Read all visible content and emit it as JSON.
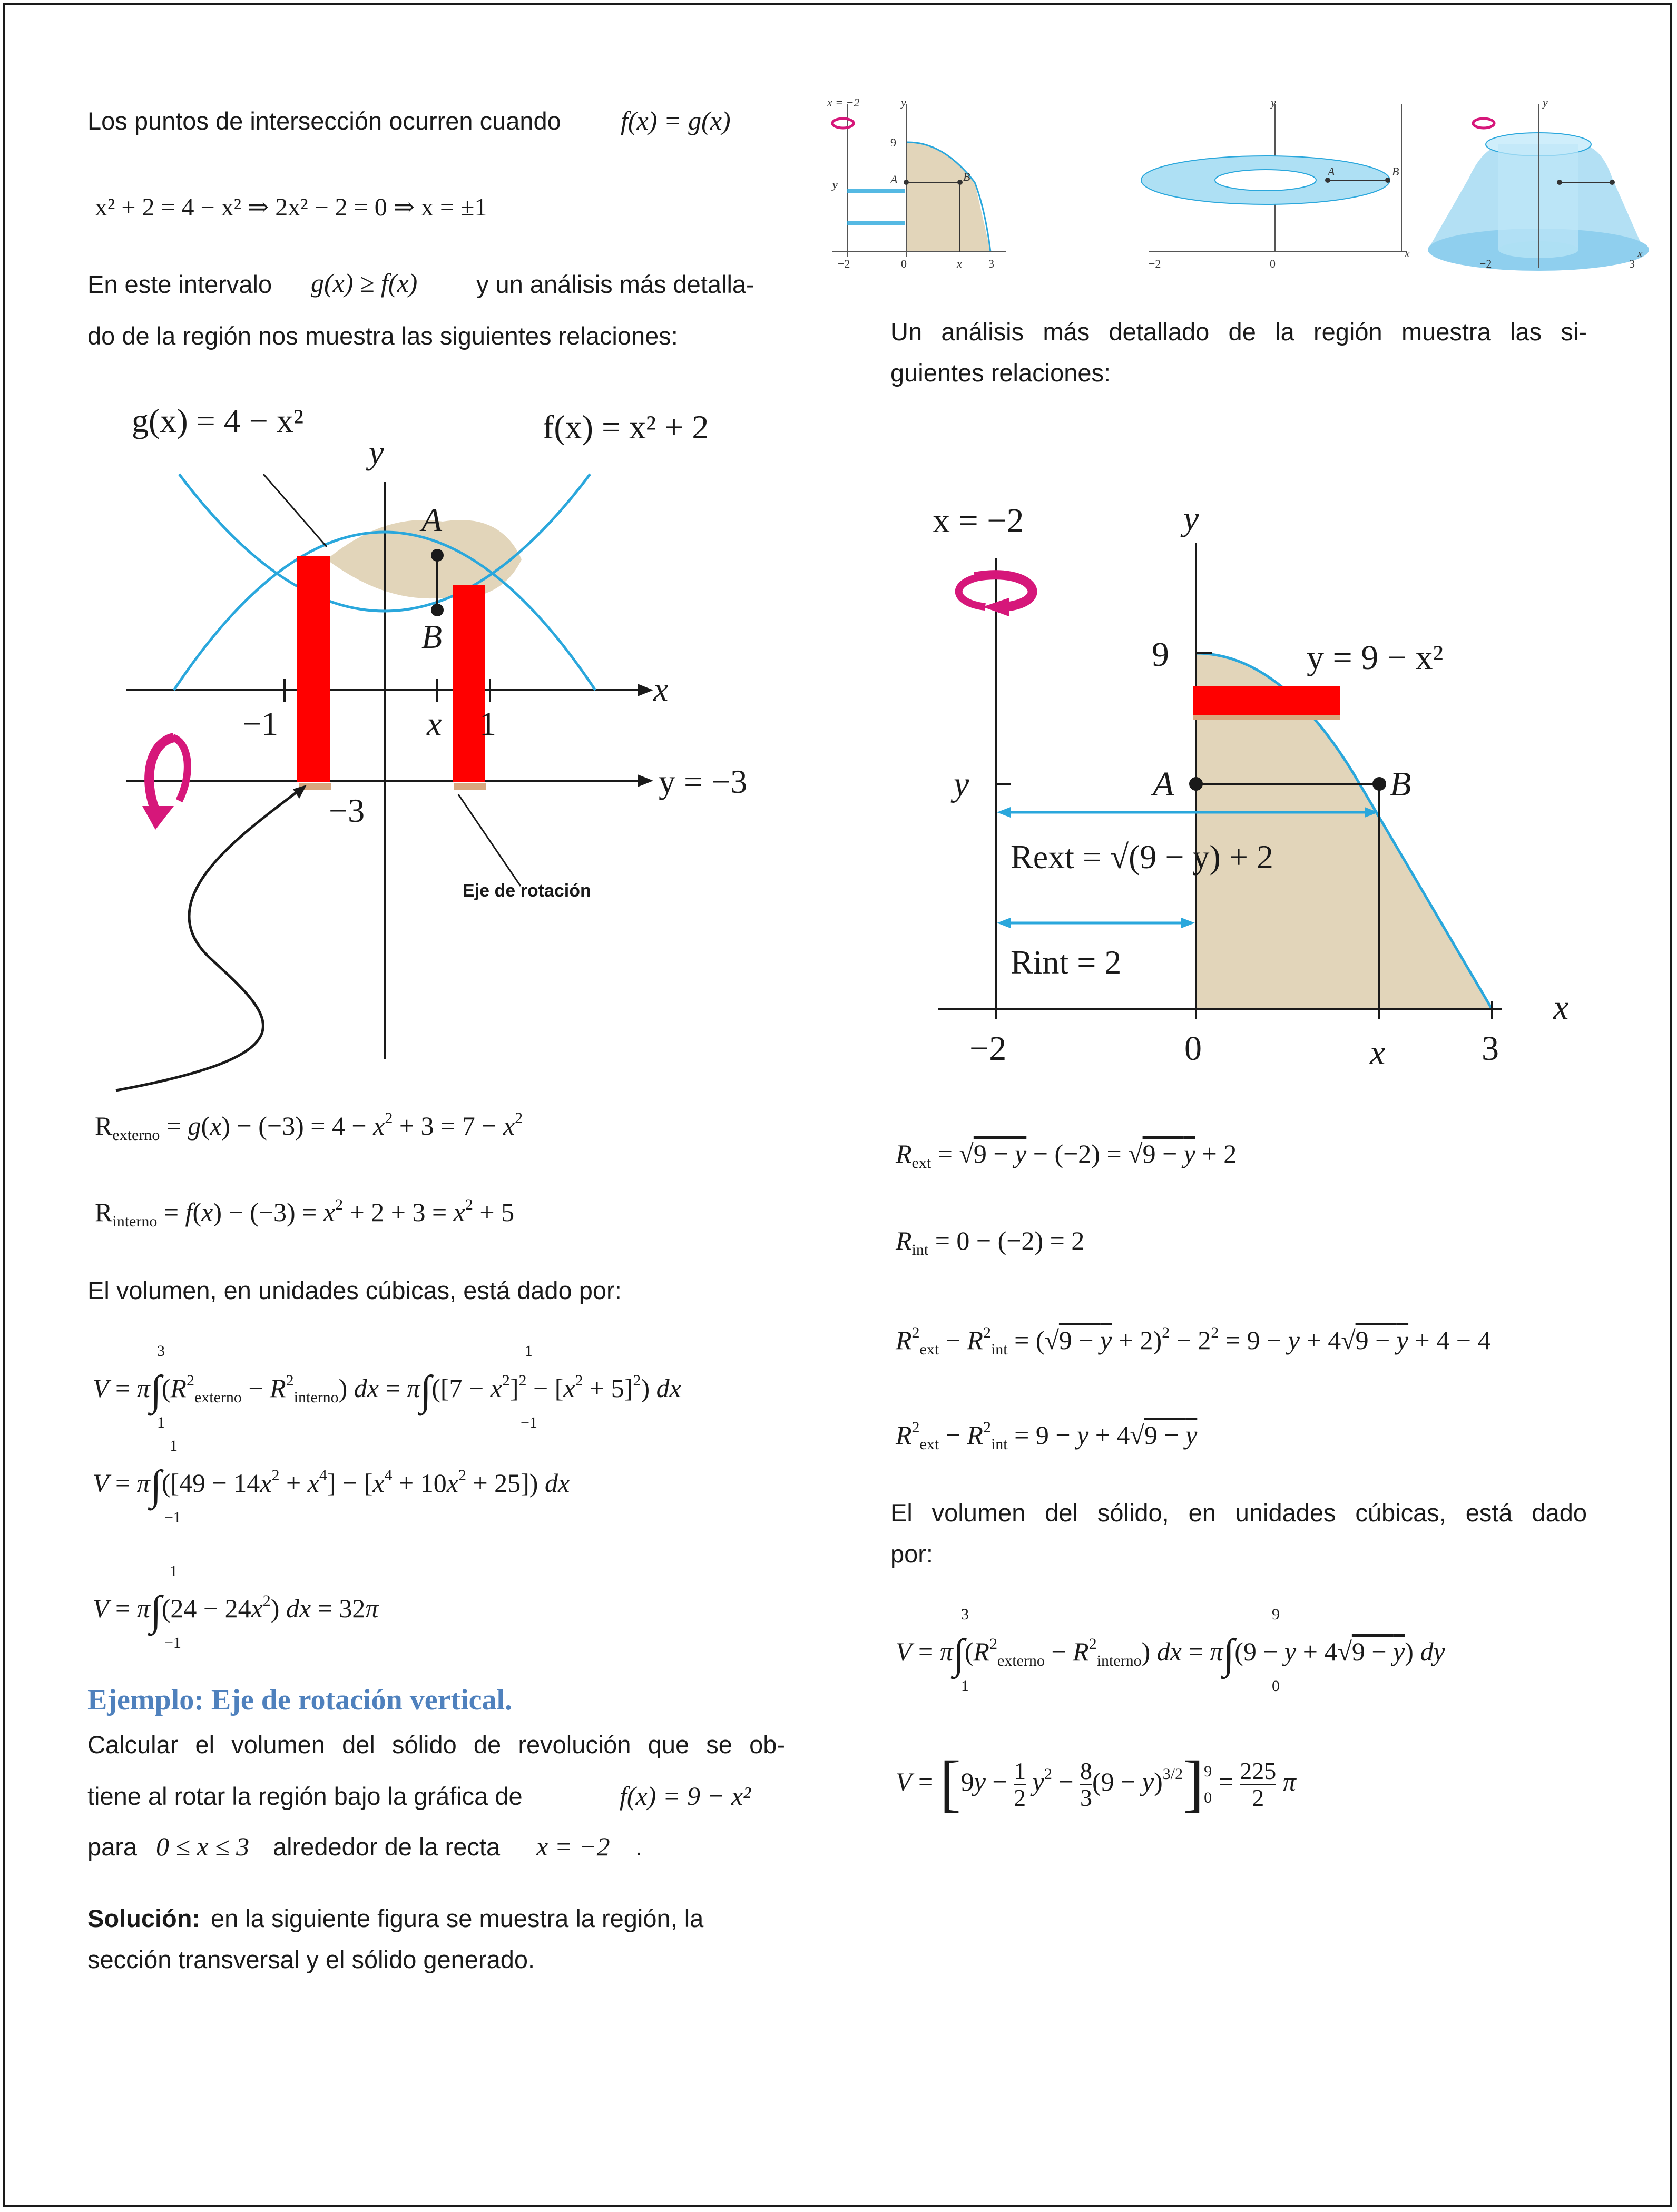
{
  "left": {
    "p1_text": "Los puntos de intersección ocurren cuando",
    "p1_math": "f(x) = g(x)",
    "eq_intersection": "x² + 2 = 4 − x² ⇒ 2x² − 2 = 0 ⇒ x = ±1",
    "p2_line1_a": "En este intervalo",
    "p2_math": "g(x) ≥ f(x)",
    "p2_line1_b": "y un análisis más detalla-",
    "p2_line2": "do de la región nos muestra las siguientes relaciones:",
    "fig1": {
      "label_g": "g(x) = 4 − x²",
      "label_f": "f(x) = x² + 2",
      "axis_y": "y",
      "axis_x": "x",
      "point_a": "A",
      "point_b": "B",
      "tick_minus1": "−1",
      "tick_x": "x",
      "tick_1": "1",
      "tick_minus3": "−3",
      "line_label": "y = −3",
      "axis_label": "Eje de rotación"
    },
    "eq_r_ext": "R externo = g(x) − (−3) = 4 − x² + 3 = 7 − x²",
    "eq_r_int": "R interno = f(x) − (−3) = x² + 2 + 3 = x² + 5",
    "p3": "El volumen, en unidades cúbicas, está dado por:",
    "eq_v1": "V = π∫₁³ (R²externo − R²interno) dx = π∫₋₁¹ ([7 − x²]² − [x² + 5]²) dx",
    "eq_v2": "V = π∫₋₁¹ ([49 − 14x² + x⁴] − [x⁴ + 10x² + 25]) dx",
    "eq_v3": "V = π∫₋₁¹ (24 − 24x²) dx = 32π",
    "example_title": "Ejemplo: Eje de rotación vertical.",
    "ex_line1": "Calcular el volumen del sólido de revolución que se ob-",
    "ex_line2_a": "tiene al rotar la región bajo la gráfica de",
    "ex_line2_math": "f(x) = 9 − x²",
    "ex_line3_a": "para",
    "ex_line3_math1": "0 ≤ x ≤ 3",
    "ex_line3_b": "alrededor de la recta",
    "ex_line3_math2": "x = −2",
    "ex_line3_c": ".",
    "sol_label": "Solución:",
    "sol_line1": "en la siguiente figura se muestra la región, la",
    "sol_line2": "sección transversal y el sólido generado."
  },
  "right": {
    "thumbs": {
      "t1_xlabel": "x = −2",
      "t1_y": "y",
      "t1_nine": "9",
      "t1_a": "A",
      "t1_b": "B",
      "t1_ytick": "y",
      "t1_m2": "−2",
      "t1_0": "0",
      "t1_x": "x",
      "t1_3": "3",
      "t2_y": "y",
      "t2_a": "A",
      "t2_b": "B",
      "t2_m2": "−2",
      "t2_0": "0",
      "t2_x": "x",
      "t3_y": "y",
      "t3_m2": "−2",
      "t3_3": "3",
      "t3_x": "x"
    },
    "p1_line1": "Un análisis más detallado de la región muestra las si-",
    "p1_line2": "guientes relaciones:",
    "fig2": {
      "line_label": "x = −2",
      "axis_y": "y",
      "nine": "9",
      "curve_label": "y = 9 − x²",
      "ytick": "y",
      "point_a": "A",
      "point_b": "B",
      "r_ext": "Rext = √(9 − y) + 2",
      "r_int": "Rint = 2",
      "tick_m2": "−2",
      "tick_0": "0",
      "tick_x": "x",
      "tick_3": "3",
      "axis_x": "x"
    },
    "eq_r_ext": "Rext = √(9 − y) − (−2) = √(9 − y) + 2",
    "eq_r_int": "Rint = 0 − (−2) = 2",
    "eq_diff1": "R²ext − R²int = (√(9 − y) + 2)² − 2² = 9 − y + 4√(9 − y) + 4 − 4",
    "eq_diff2": "R²ext − R²int = 9 − y + 4√(9 − y)",
    "p2_line1": "El volumen del sólido, en unidades cúbicas, está dado",
    "p2_line2": "por:",
    "eq_v1": "V = π∫₁³ (R²externo − R²interno) dx = π∫₀⁹ (9 − y + 4√(9 − y)) dy",
    "eq_v2": "V = [9y − ½y² − 8/3 (9 − y)^(3/2)]₀⁹ = 225/2 π"
  },
  "colors": {
    "curve": "#2aa7dc",
    "region": "#e2d5ba",
    "rect": "#ff0000",
    "rect_shadow": "#d9a77e",
    "rotation_arrow": "#d6177a",
    "accent": "#4f81bd"
  }
}
